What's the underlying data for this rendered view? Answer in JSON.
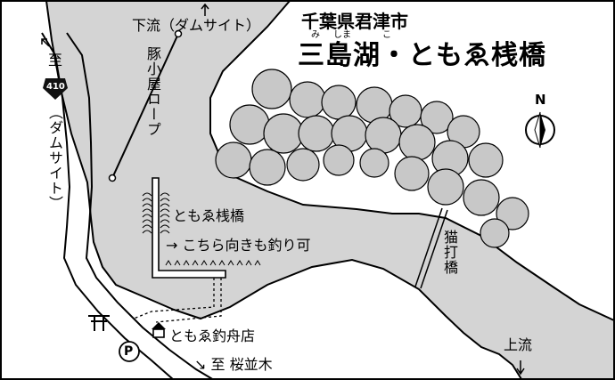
{
  "title": {
    "city": "千葉県君津市",
    "main": "三島湖・ともゑ桟橋",
    "ruby": [
      "み",
      "しま",
      "こ"
    ]
  },
  "labels": {
    "downstream": "下流",
    "downstream_dest": "（ダムサイト）",
    "rope": "豚小屋ロープ",
    "pier": "ともゑ桟橋",
    "fishing_ok": "→ こちら向きも釣り可",
    "shop": "ともゑ釣舟店",
    "sakuranamiki": "↘ 至  桜並木",
    "bridge": "猫打橋",
    "upstream": "上流",
    "north": "N",
    "to_left_itaru": "至",
    "route_no": "410",
    "to_left_damsite": "（ダムサイト）"
  },
  "map_symbols": {
    "shrine": "shrine-icon",
    "parking": "P",
    "shop_marker": "house-icon"
  },
  "colors": {
    "water": "#d4d4d4",
    "land": "#ffffff",
    "outline": "#000000",
    "tree_fill": "#c8c8c8",
    "route_shield": "#111111"
  }
}
